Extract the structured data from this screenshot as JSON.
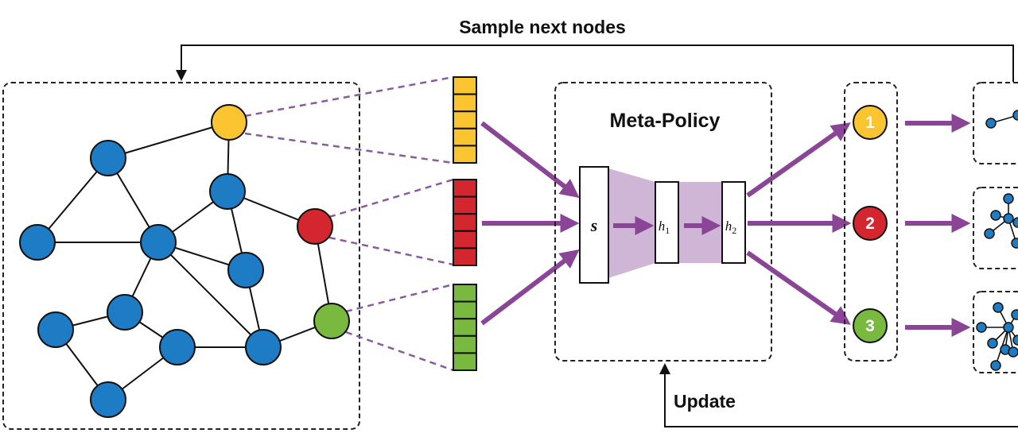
{
  "labels": {
    "sample_next_nodes": "Sample next nodes",
    "meta_policy": "Meta-Policy",
    "update": "Update",
    "state": "s",
    "h1_base": "h",
    "h1_sub": "1",
    "h2_base": "h",
    "h2_sub": "2",
    "action_1": "1",
    "action_2": "2",
    "action_3": "3"
  },
  "colors": {
    "graph_node": "#1d7cc4",
    "selected_yellow": "#fbc531",
    "selected_red": "#d4262f",
    "selected_green": "#7ab93f",
    "arrow_purple": "#8a4596",
    "dashed_purple": "#8a5a9f",
    "policy_fill": "#cbaed2"
  },
  "icons": {
    "state_stack": "stacked-cells",
    "subgraph": "node-link-icon"
  }
}
